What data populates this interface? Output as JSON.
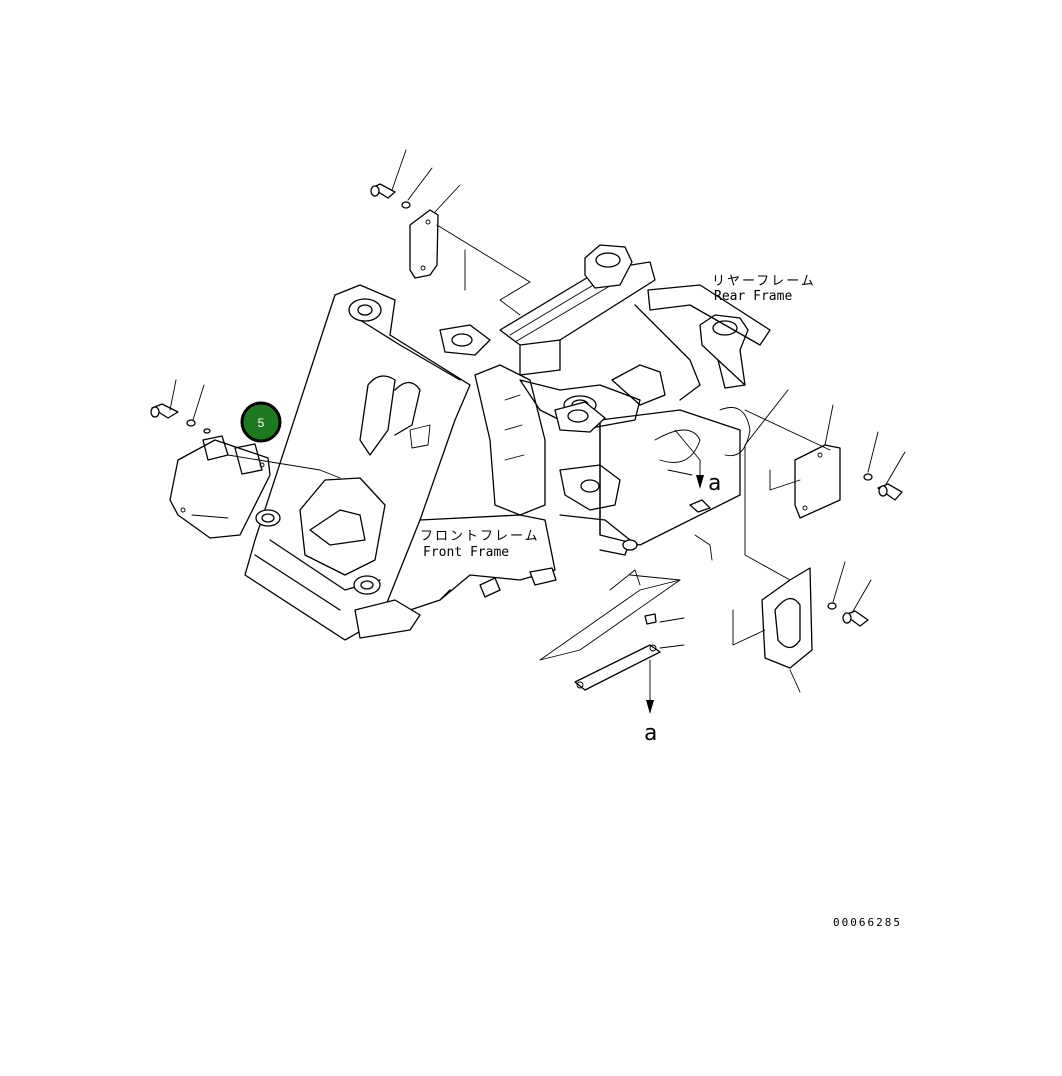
{
  "labels": {
    "rear_frame_jp": "リヤーフレーム",
    "rear_frame_en": "Rear Frame",
    "front_frame_jp": "フロントフレーム",
    "front_frame_en": "Front Frame",
    "ref_a_upper": "a",
    "ref_a_lower": "a"
  },
  "callouts": [
    {
      "id": "5",
      "label": "5",
      "color": "#1e7a1e"
    }
  ],
  "drawing_number": "00066285",
  "colors": {
    "line": "#000000",
    "callout_fill": "#1e7a1e",
    "callout_text": "#ffffff",
    "background": "#ffffff"
  }
}
